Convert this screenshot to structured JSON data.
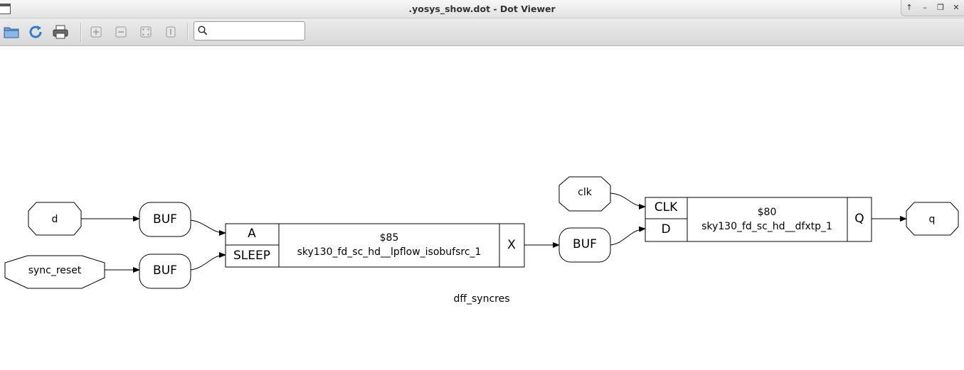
{
  "window": {
    "title": ".yosys_show.dot - Dot Viewer"
  },
  "toolbar": {
    "buttons": [
      {
        "name": "open",
        "icon": "folder-icon"
      },
      {
        "name": "reload",
        "icon": "reload-icon"
      },
      {
        "name": "print",
        "icon": "printer-icon"
      },
      {
        "name": "zoom-in",
        "icon": "zoom-in-icon"
      },
      {
        "name": "zoom-out",
        "icon": "zoom-out-icon"
      },
      {
        "name": "zoom-fit",
        "icon": "zoom-fit-icon"
      },
      {
        "name": "zoom-100",
        "icon": "zoom-100-icon"
      }
    ],
    "search": {
      "value": "",
      "placeholder": ""
    }
  },
  "graph": {
    "caption": "dff_syncres",
    "inputs": {
      "d": "d",
      "sync_reset": "sync_reset",
      "clk": "clk"
    },
    "outputs": {
      "q": "q"
    },
    "buffers": {
      "buf1": "BUF",
      "buf2": "BUF",
      "buf3": "BUF"
    },
    "cell_85": {
      "id": "$85",
      "type": "sky130_fd_sc_hd__lpflow_isobufsrc_1",
      "in_a": "A",
      "in_sleep": "SLEEP",
      "out_x": "X"
    },
    "cell_80": {
      "id": "$80",
      "type": "sky130_fd_sc_hd__dfxtp_1",
      "in_clk": "CLK",
      "in_d": "D",
      "out_q": "Q"
    }
  }
}
